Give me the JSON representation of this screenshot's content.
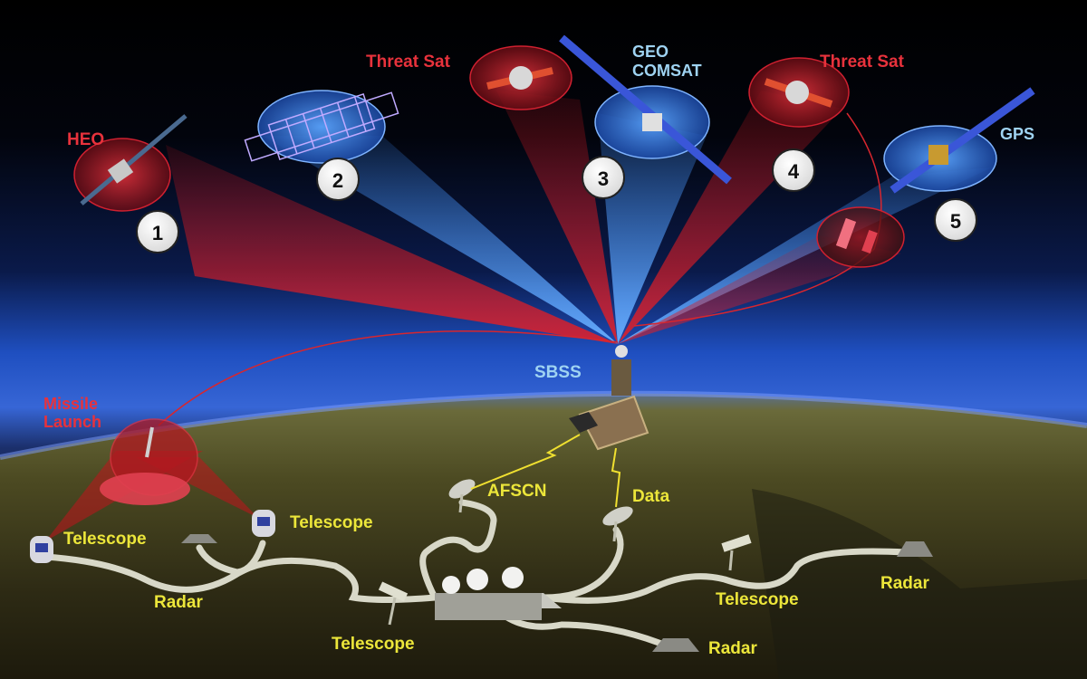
{
  "colors": {
    "threat_red": "#e8323c",
    "friendly_blue": "#9fd3f2",
    "ground_yellow": "#ece63a",
    "beam_red": "#c0141c",
    "beam_blue": "#3a8cff"
  },
  "space_objects": [
    {
      "id": "heo",
      "label": "HEO",
      "number": "1",
      "type": "threat"
    },
    {
      "id": "obj2",
      "label": "",
      "number": "2",
      "type": "friendly"
    },
    {
      "id": "threat-sat-3",
      "label": "Threat Sat",
      "number": "",
      "type": "threat"
    },
    {
      "id": "geo",
      "label": "GEO COMSAT",
      "label_lines": [
        "GEO",
        "COMSAT"
      ],
      "number": "3",
      "type": "friendly"
    },
    {
      "id": "threat-sat-4",
      "label": "Threat Sat",
      "number": "4",
      "type": "threat"
    },
    {
      "id": "gps",
      "label": "GPS",
      "number": "5",
      "type": "friendly"
    }
  ],
  "sbss": {
    "label": "SBSS"
  },
  "missile": {
    "label_lines": [
      "Missile",
      "Launch"
    ]
  },
  "ground_sites": {
    "afscn": "AFSCN",
    "data": "Data",
    "telescope_left": "Telescope",
    "telescope_center": "Telescope",
    "telescope_bottom": "Telescope",
    "telescope_right": "Telescope",
    "radar_left": "Radar",
    "radar_bottom": "Radar",
    "radar_right": "Radar"
  }
}
